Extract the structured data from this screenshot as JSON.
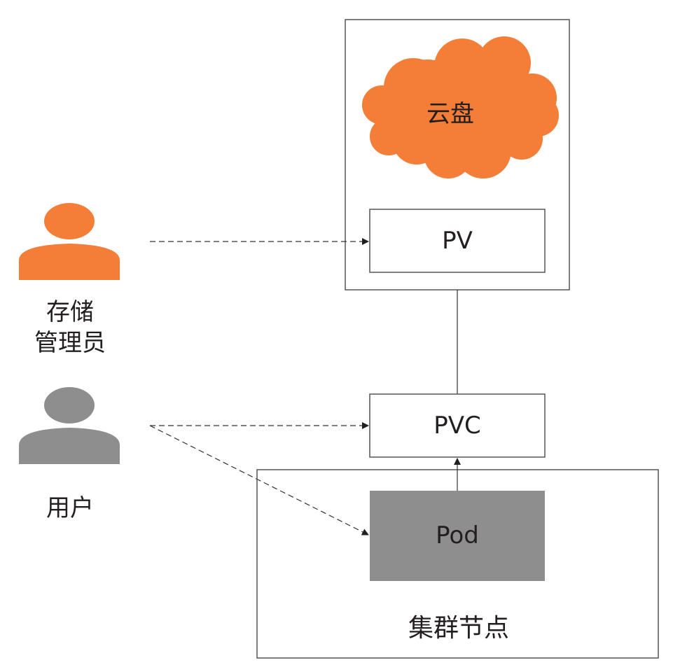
{
  "colors": {
    "accent": "#f47d37",
    "pod_fill": "#8f8e8f",
    "user_icon": "#8f8e8f",
    "line": "#333333"
  },
  "cloud_disk": {
    "label": "云盘",
    "icon": "cloud-icon"
  },
  "pv": {
    "label": "PV"
  },
  "pvc": {
    "label": "PVC"
  },
  "pod": {
    "label": "Pod"
  },
  "cluster_node": {
    "label": "集群节点"
  },
  "actors": [
    {
      "label_line1": "存储",
      "label_line2": "管理员",
      "icon": "person-icon",
      "color": "#f47d37"
    },
    {
      "label_line1": "用户",
      "icon": "person-icon",
      "color": "#8f8e8f"
    }
  ],
  "edges": [
    {
      "from": "存储管理员",
      "to": "PV",
      "style": "dashed",
      "arrow": true
    },
    {
      "from": "用户",
      "to": "PVC",
      "style": "dashed",
      "arrow": true
    },
    {
      "from": "用户",
      "to": "Pod",
      "style": "dashed",
      "arrow": true
    },
    {
      "from": "PV",
      "to": "PVC",
      "style": "solid",
      "arrow": false
    },
    {
      "from": "Pod",
      "to": "PVC",
      "style": "solid",
      "arrow": true
    }
  ]
}
